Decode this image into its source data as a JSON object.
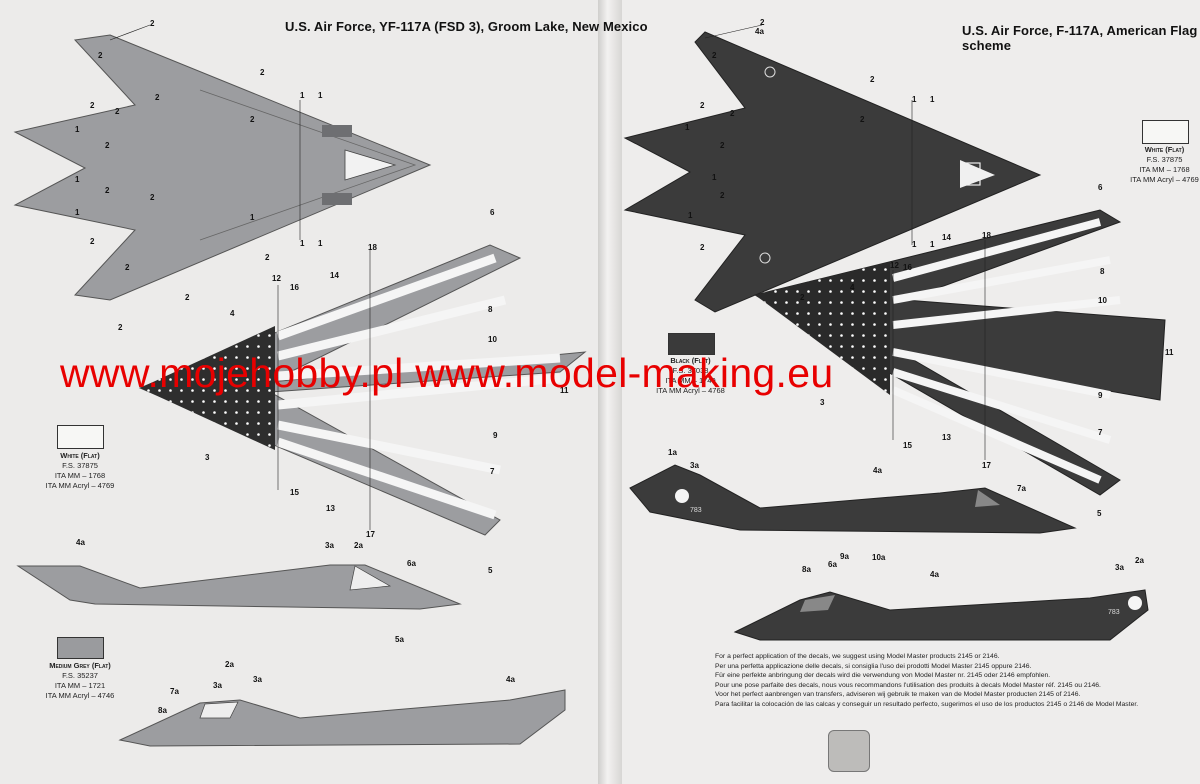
{
  "left": {
    "title": "U.S. Air Force, YF-117A (FSD 3), Groom Lake, New Mexico",
    "swatches": [
      {
        "name": "White (Flat)",
        "fs": "F.S. 37875",
        "ita": "ITA MM – 1768",
        "acryl": "ITA MM Acryl – 4769",
        "color": "#f7f7f5"
      },
      {
        "name": "Medium Grey (Flat)",
        "fs": "F.S. 35237",
        "ita": "ITA MM – 1721",
        "acryl": "ITA MM Acryl – 4746",
        "color": "#9a9b9e"
      }
    ]
  },
  "right": {
    "title": "U.S. Air Force, F-117A, American Flag scheme",
    "swatches": [
      {
        "name": "White (Flat)",
        "fs": "F.S. 37875",
        "ita": "ITA MM – 1768",
        "acryl": "ITA MM Acryl – 4769",
        "color": "#f7f7f5"
      },
      {
        "name": "Black (Flat)",
        "fs": "F.S. 37038",
        "ita": "ITA MM – 1749",
        "acryl": "ITA MM Acryl – 4768",
        "color": "#3a3a3a"
      }
    ],
    "instructions": [
      "For a perfect application of the decals, we suggest using Model Master products 2145 or 2146.",
      "Per una perfetta applicazione delle decals, si consiglia l'uso dei prodotti Model Master 2145 oppure 2146.",
      "Für eine perfekte anbringung der decals wird die verwendung von Model Master nr. 2145 oder 2146 empfohlen.",
      "Pour une pose parfaite des decals, nous vous recommandons l'utilisation des produits à decals Model Master réf. 2145 ou 2146.",
      "Voor het perfect aanbrengen van transfers, adviseren wij gebruik te maken van de Model Master producten 2145 of 2146.",
      "Para facilitar la colocación de las calcas y conseguir un resultado perfecto, sugerimos el uso de los productos 2145 o 2146 de Model Master."
    ]
  },
  "callouts": {
    "left": [
      "2",
      "2",
      "2",
      "2",
      "2",
      "2",
      "1",
      "2",
      "1",
      "1",
      "1",
      "1",
      "2",
      "2",
      "2",
      "2",
      "2",
      "2",
      "1",
      "2",
      "1",
      "1",
      "2",
      "6",
      "18",
      "12",
      "16",
      "14",
      "4",
      "10",
      "8",
      "11",
      "3",
      "9",
      "7",
      "15",
      "13",
      "17",
      "5",
      "4a",
      "3a",
      "2a",
      "6a",
      "5a",
      "2a",
      "7a",
      "3a",
      "3a",
      "4a",
      "8a"
    ],
    "right": [
      "2",
      "4a",
      "2",
      "2",
      "2",
      "2",
      "1",
      "2",
      "1",
      "1",
      "2",
      "1",
      "1",
      "2",
      "2",
      "1",
      "2",
      "1",
      "6",
      "14",
      "18",
      "12",
      "16",
      "8",
      "10",
      "4",
      "11",
      "9",
      "3",
      "7",
      "15",
      "13",
      "17",
      "5",
      "1a",
      "3a",
      "4a",
      "7a",
      "8a",
      "6a",
      "9a",
      "10a",
      "4a",
      "3a",
      "2a"
    ]
  },
  "marks": {
    "serial": "783"
  },
  "watermark": "www.mojehobby.pl www.model-making.eu",
  "colors": {
    "medium_grey": "#9c9da0",
    "black": "#3b3b3b",
    "watermark": "#e80000"
  }
}
